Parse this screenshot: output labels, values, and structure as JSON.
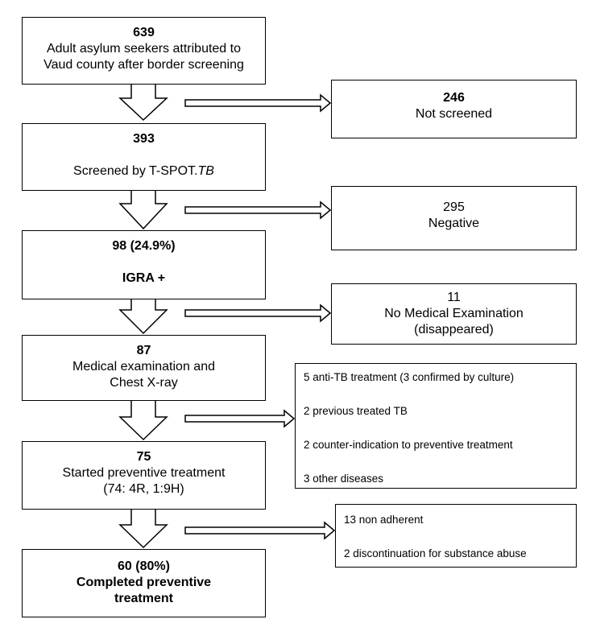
{
  "main_flow": [
    {
      "count": "639",
      "lines": [
        "Adult asylum seekers attributed to",
        "Vaud county after border screening"
      ]
    },
    {
      "count": "393",
      "lines": [
        "Screened by T-SPOT."
      ],
      "italic": "TB"
    },
    {
      "count": "98 (24.9%)",
      "label": "IGRA +"
    },
    {
      "count": "87",
      "lines": [
        "Medical examination and",
        "Chest X-ray"
      ]
    },
    {
      "count": "75",
      "lines": [
        "Started preventive treatment",
        "(74: 4R, 1:9H)"
      ]
    },
    {
      "count": "60 (80%)",
      "lines": [
        "Completed preventive",
        "treatment"
      ]
    }
  ],
  "exclusions": [
    {
      "count": "246",
      "lines": [
        "Not screened"
      ]
    },
    {
      "count": "295",
      "lines": [
        "Negative"
      ]
    },
    {
      "count": "11",
      "lines": [
        "No Medical Examination",
        "(disappeared)"
      ]
    },
    {
      "items": [
        "5 anti-TB treatment (3 confirmed by culture)",
        "2 previous treated TB",
        "2 counter-indication to preventive treatment",
        "3 other diseases"
      ]
    },
    {
      "items": [
        "13 non adherent",
        "2 discontinuation for substance abuse"
      ]
    }
  ],
  "colors": {
    "stroke": "#000000",
    "fill": "#ffffff"
  }
}
